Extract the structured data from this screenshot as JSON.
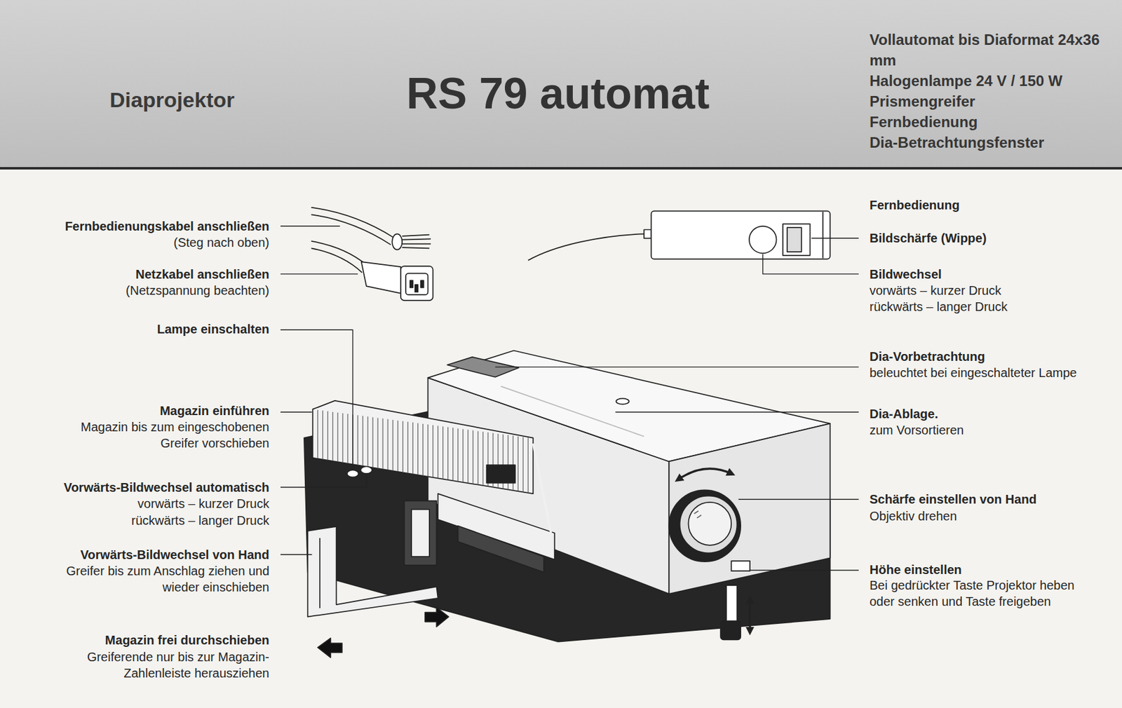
{
  "diagram": {
    "title": "RS 79 automat",
    "nodes": [
      {
        "text": [
          "Diaprojektor",
          "Vollautomat bis Diaformat 24x36 mm",
          "Halogenlampe 24 V / 150 W",
          "Prismengreifer",
          "Fernbedienung",
          "Dia-Betrachtungsfenster"
        ]
      }
    ],
    "labels": [
      "Fernbedienungskabel anschließen",
      "(Steg nach oben)",
      "Netzkabel anschließen",
      "(Netzspannung beachten)",
      "Lampe einschalten",
      "Magazin einführen",
      "Magazin bis zum eingeschobenen Greifer vorschieben",
      "Vorwärts-Bildwechsel automatisch",
      "vorwärts – kurzer Druck",
      "rückwärts – langer Druck",
      "Vorwärts-Bildwechsel von Hand",
      "Greifer bis zum Anschlag ziehen und wieder einschieben",
      "Magazin frei durchschieben",
      "Greiferende nur bis zur Magazin-Zahlenleiste herausziehen",
      "Fernbedienung",
      "Bildschärfe (Wippe)",
      "Bildwechsel",
      "vorwärts – kurzer Druck",
      "rückwärts – langer Druck",
      "Dia-Vorbetrachtung",
      "beleuchtet bei eingeschalteter Lampe",
      "Dia-Ablage.",
      "zum Vorsortieren",
      "Schärfe einstellen von Hand",
      "Objektiv drehen",
      "Höhe einstellen",
      "Bei gedrückter Taste Projektor heben oder senken und Taste freigeben"
    ]
  }
}
